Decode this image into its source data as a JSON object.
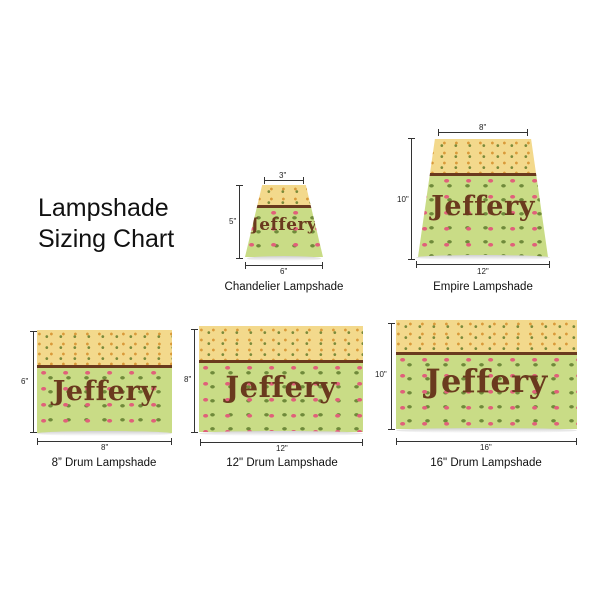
{
  "title": {
    "line1": "Lampshade",
    "line2": "Sizing Chart"
  },
  "personalized_name": "Jeffery",
  "colors": {
    "top_band": "#f3d98c",
    "bottom_band": "#c9dc86",
    "stripe": "#6a3a1e",
    "name_text": "#6a3a1e"
  },
  "items": [
    {
      "caption": "Chandelier Lampshade",
      "top_width": "3\"",
      "bottom_width": "6\"",
      "height": "5\""
    },
    {
      "caption": "Empire Lampshade",
      "top_width": "8\"",
      "bottom_width": "12\"",
      "height": "10\""
    },
    {
      "caption": "8” Drum Lampshade",
      "width": "8\"",
      "height": "6\""
    },
    {
      "caption": "12\" Drum Lampshade",
      "width": "12\"",
      "height": "8\""
    },
    {
      "caption": "16\" Drum Lampshade",
      "width": "16\"",
      "height": "10\""
    }
  ]
}
